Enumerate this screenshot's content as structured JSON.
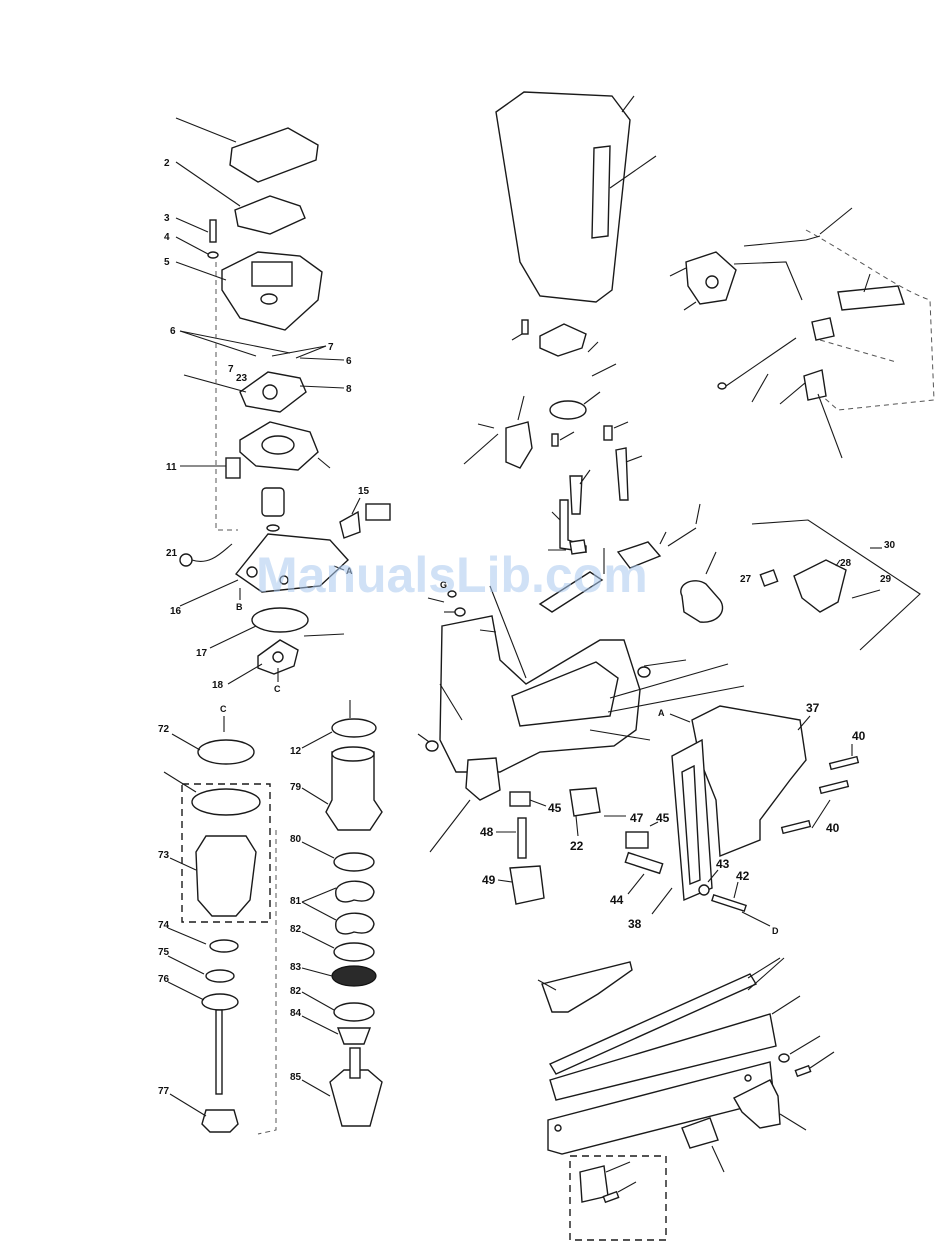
{
  "watermark": "ManualsLib.com",
  "labels": {
    "p1": "2",
    "p2": "3",
    "p3": "4",
    "p4": "5",
    "p5": "6",
    "p6": "7",
    "p7": "7",
    "p8": "6",
    "p9": "23",
    "p10": "8",
    "p11": "11",
    "p12": "15",
    "p13": "21",
    "p14": "16",
    "p15": "17",
    "p16": "18",
    "p17": "72",
    "p18": "73",
    "p19": "74",
    "p20": "75",
    "p21": "76",
    "p22": "77",
    "p23": "12",
    "p24": "79",
    "p25": "80",
    "p26": "81",
    "p27": "82",
    "p28": "83",
    "p29": "82",
    "p30": "84",
    "p31": "85",
    "p32": "30",
    "p33": "28",
    "p34": "27",
    "p35": "29",
    "p36": "37",
    "p37": "40",
    "p38": "40",
    "p39": "45",
    "p40": "47",
    "p41": "45",
    "p42": "22",
    "p43": "48",
    "p44": "49",
    "p45": "44",
    "p46": "43",
    "p47": "42",
    "p48": "38",
    "p49": "6"
  },
  "letters": {
    "a1": "A",
    "b1": "B",
    "c1": "C",
    "c2": "C",
    "a2": "A",
    "d1": "D",
    "g1": "G"
  },
  "colors": {
    "line": "#1a1a1a",
    "watermark": "#a9c9ef"
  }
}
